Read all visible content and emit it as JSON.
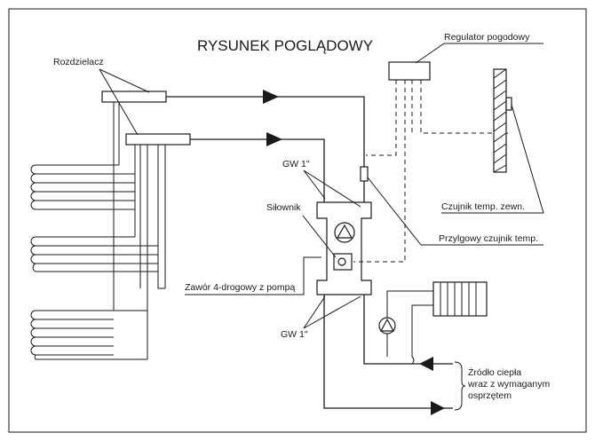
{
  "title": "RYSUNEK POGLĄDOWY",
  "labels": {
    "distributor": "Rozdzielacz",
    "weather_controller": "Regulator pogodowy",
    "outdoor_sensor": "Czujnik temp. zewn.",
    "contact_sensor": "Przylgowy czujnik temp.",
    "actuator": "Siłownik",
    "valve": "Zawór 4-drogowy z pompą",
    "gw_top": "GW 1\"",
    "gw_bottom": "GW 1\"",
    "heat_source_line1": "Źródło ciepła",
    "heat_source_line2": "wraz z wymaganym",
    "heat_source_line3": "osprzętem"
  }
}
